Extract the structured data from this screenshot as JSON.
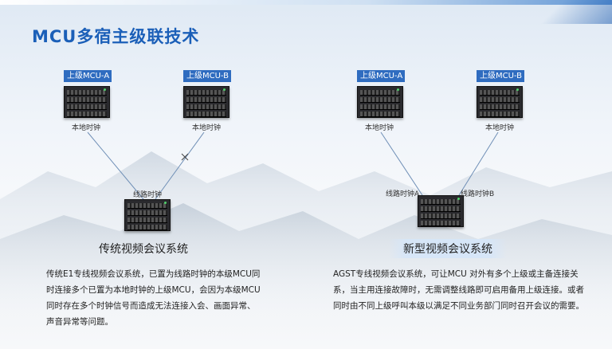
{
  "title": "MCU多宿主级联技术",
  "left": {
    "mcu_a": "上级MCU-A",
    "mcu_b": "上级MCU-B",
    "clock_a": "本地时钟",
    "clock_b": "本地时钟",
    "line_clock": "线路时钟",
    "system_title": "传统视频会议系统",
    "description": "传统E1专线视频会议系统，已置为线路时钟的本级MCU同时连接多个已置为本地时钟的上级MCU，会因为本级MCU同时存在多个时钟信号而造成无法连接入会、画面异常、声音异常等问题。"
  },
  "right": {
    "mcu_a": "上级MCU-A",
    "mcu_b": "上级MCU-B",
    "clock_a": "本地时钟",
    "clock_b": "本地时钟",
    "line_clock_a": "线路时钟A",
    "line_clock_b": "线路时钟B",
    "system_title": "新型视频会议系统",
    "description": "AGST专线视频会议系统，可让MCU 对外有多个上级或主备连接关系，当主用连接故障时，无需调整线路即可启用备用上级连接。或者同时由不同上级呼叫本级以满足不同业务部门同时召开会议的需要。"
  },
  "colors": {
    "title": "#1b5fb8",
    "label_box": "#2f6cc0",
    "link_line": "#6f8fb6"
  },
  "icons": {
    "server": "server-rack-icon",
    "broken_link": "cross-mark-icon"
  }
}
